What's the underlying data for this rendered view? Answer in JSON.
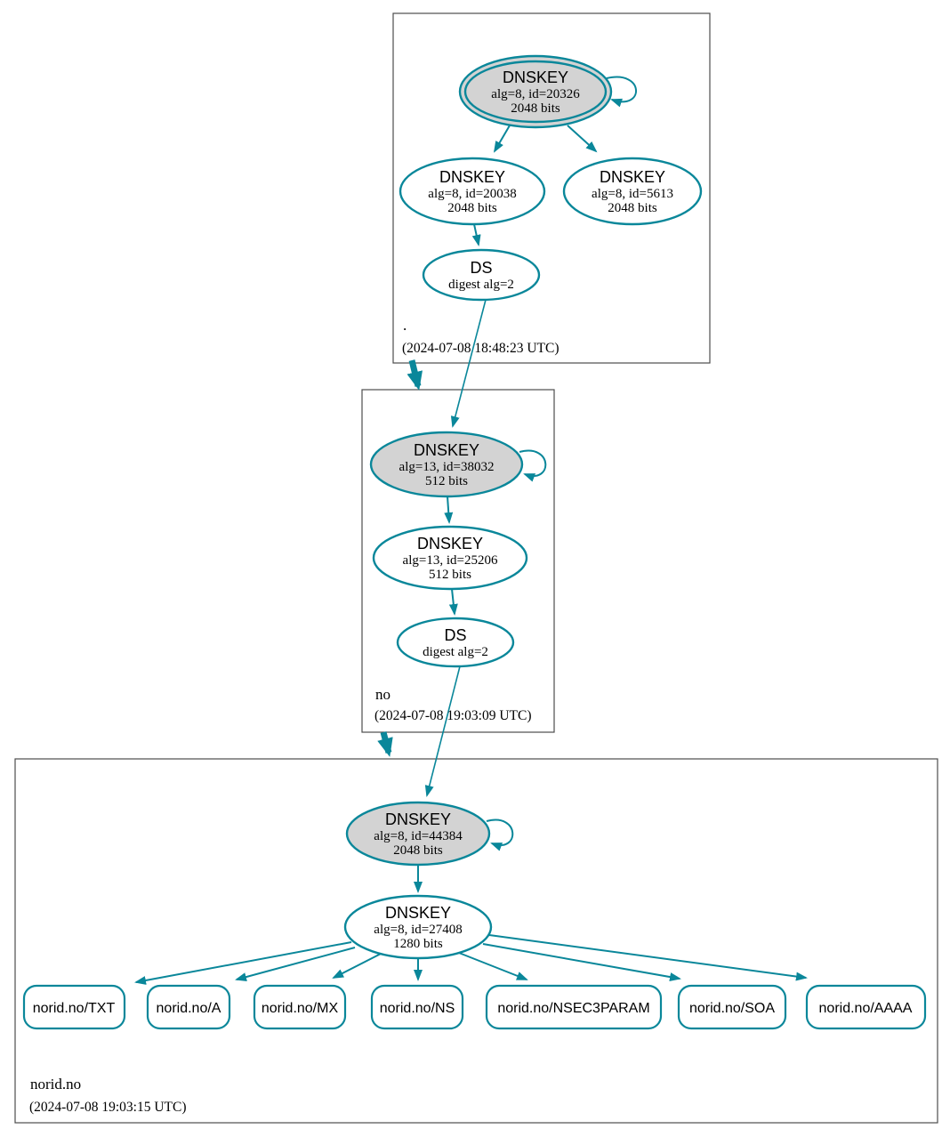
{
  "diagram": {
    "type": "dnssec-authentication-chain",
    "colors": {
      "secure": "#0a879a",
      "ksk_fill": "#d3d3d3",
      "zone_border": "#4d4d4d"
    },
    "zones": [
      {
        "label": ".",
        "timestamp": "(2024-07-08 18:48:23 UTC)",
        "nodes": {
          "ksk": {
            "title": "DNSKEY",
            "attrs": "alg=8, id=20326",
            "bits": "2048 bits"
          },
          "zsk": {
            "title": "DNSKEY",
            "attrs": "alg=8, id=20038",
            "bits": "2048 bits"
          },
          "key2": {
            "title": "DNSKEY",
            "attrs": "alg=8, id=5613",
            "bits": "2048 bits"
          },
          "ds": {
            "title": "DS",
            "attrs": "digest alg=2"
          }
        }
      },
      {
        "label": "no",
        "timestamp": "(2024-07-08 19:03:09 UTC)",
        "nodes": {
          "ksk": {
            "title": "DNSKEY",
            "attrs": "alg=13, id=38032",
            "bits": "512 bits"
          },
          "zsk": {
            "title": "DNSKEY",
            "attrs": "alg=13, id=25206",
            "bits": "512 bits"
          },
          "ds": {
            "title": "DS",
            "attrs": "digest alg=2"
          }
        }
      },
      {
        "label": "norid.no",
        "timestamp": "(2024-07-08 19:03:15 UTC)",
        "nodes": {
          "ksk": {
            "title": "DNSKEY",
            "attrs": "alg=8, id=44384",
            "bits": "2048 bits"
          },
          "zsk": {
            "title": "DNSKEY",
            "attrs": "alg=8, id=27408",
            "bits": "1280 bits"
          }
        },
        "rrsets": [
          "norid.no/TXT",
          "norid.no/A",
          "norid.no/MX",
          "norid.no/NS",
          "norid.no/NSEC3PARAM",
          "norid.no/SOA",
          "norid.no/AAAA"
        ]
      }
    ]
  }
}
